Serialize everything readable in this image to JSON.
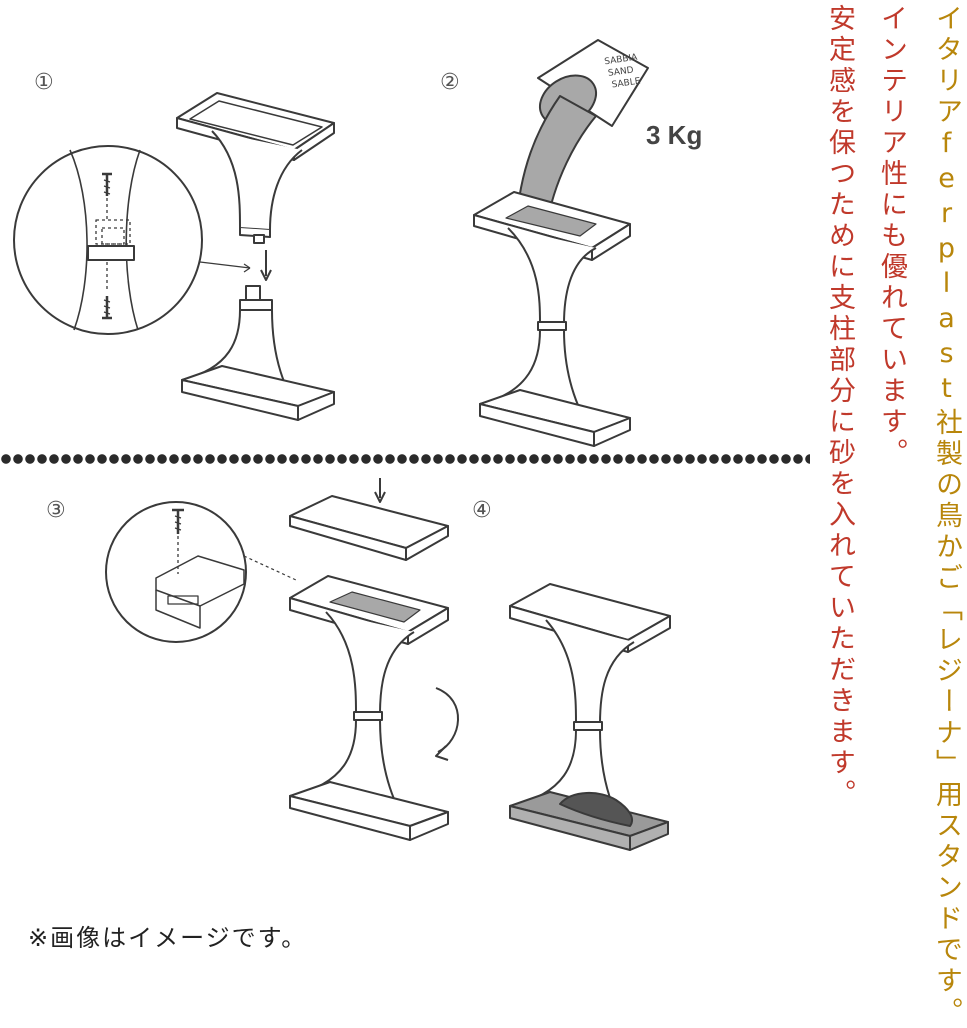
{
  "steps": [
    {
      "number": "①"
    },
    {
      "number": "②"
    },
    {
      "number": "③"
    },
    {
      "number": "④"
    }
  ],
  "weight_label": "3 Kg",
  "bucket_text": [
    "SABBIA",
    "SAND",
    "SABLE"
  ],
  "vertical_text": {
    "col1": "イタリアferplast社製の鳥かご「レジーナ」用スタンドです。",
    "col2": "インテリア性にも優れています。",
    "col3": "安定感を保つために支柱部分に砂を入れていただきます。"
  },
  "footnote": "※画像はイメージです。",
  "colors": {
    "col1": "#b8860b",
    "col2": "#c0392b",
    "sand": "#a8a8a8",
    "sand_dark": "#555555",
    "line": "#3a3a3a"
  }
}
